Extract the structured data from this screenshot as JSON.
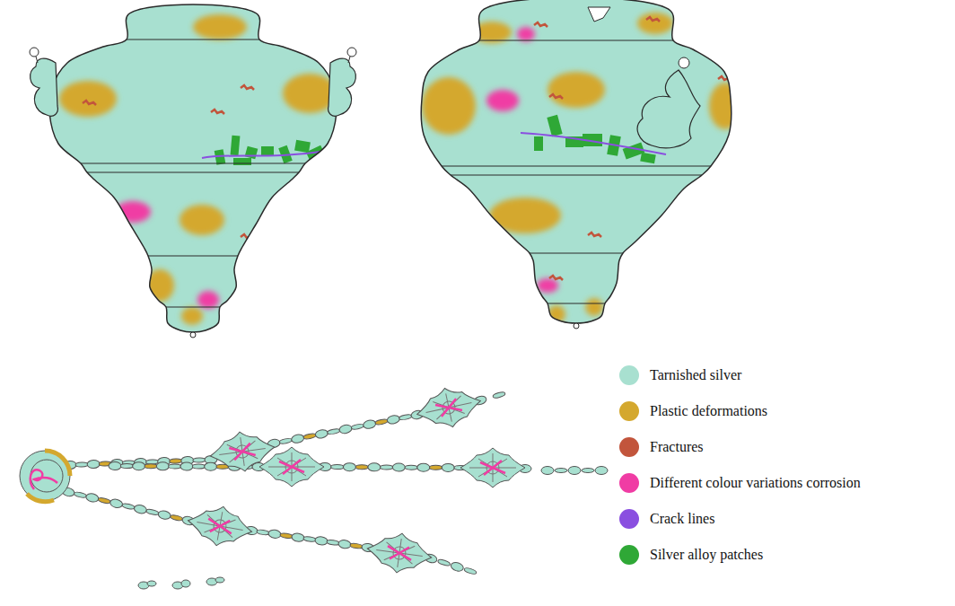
{
  "diagram": {
    "legend": [
      {
        "text": "Tarnished silver",
        "color": "#a8e0d0"
      },
      {
        "text": "Plastic deformations",
        "color": "#d4a82e"
      },
      {
        "text": "Fractures",
        "color": "#c2553c"
      },
      {
        "text": "Different colour variations corrosion",
        "color": "#f03ca4"
      },
      {
        "text": "Crack lines",
        "color": "#8a4fe0"
      },
      {
        "text": "Silver alloy patches",
        "color": "#2fa836"
      }
    ]
  }
}
